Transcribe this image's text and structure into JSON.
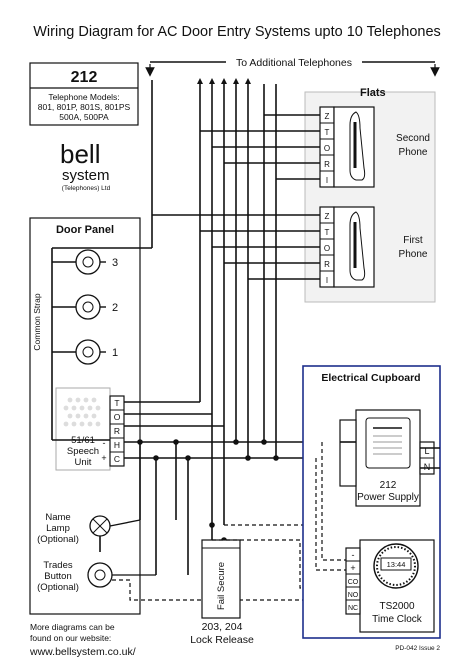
{
  "title": "Wiring Diagram for AC Door Entry Systems upto 10 Telephones",
  "additional_telephones": "To Additional Telephones",
  "model": {
    "number": "212",
    "label": "Telephone Models:",
    "list_1": "801, 801P, 801S, 801PS",
    "list_2": "500A, 500PA"
  },
  "logo": {
    "word1": "bell",
    "word2": "system",
    "sub": "(Telephones) Ltd"
  },
  "flats": {
    "title": "Flats",
    "second_phone_1": "Second",
    "second_phone_2": "Phone",
    "first_phone_1": "First",
    "first_phone_2": "Phone",
    "terminals": [
      "Z",
      "T",
      "O",
      "R",
      "I"
    ]
  },
  "door_panel": {
    "title": "Door Panel",
    "common_strap": "Common Strap",
    "buttons": [
      "3",
      "2",
      "1"
    ],
    "speech_1": "51/61",
    "speech_2": "Speech",
    "speech_3": "Unit",
    "terminals": [
      "T",
      "O",
      "R",
      "H",
      "C"
    ],
    "minus": "-",
    "plus": "+"
  },
  "name_lamp": {
    "line1": "Name",
    "line2": "Lamp",
    "line3": "(Optional)"
  },
  "trades_button": {
    "line1": "Trades",
    "line2": "Button",
    "line3": "(Optional)"
  },
  "lock": {
    "fail_secure": "Fail Secure",
    "models": "203, 204",
    "label": "Lock Release"
  },
  "cupboard": {
    "title": "Electrical Cupboard",
    "psu_number": "212",
    "psu_label": "Power Supply",
    "mains": [
      "L",
      "N"
    ],
    "clock_display": "13:44",
    "clock_model": "TS2000",
    "clock_label": "Time Clock",
    "clock_terminals": [
      "-",
      "+",
      "CO",
      "NO",
      "NC"
    ]
  },
  "footer": {
    "line1": "More diagrams can be",
    "line2": "found on our website:",
    "url": "www.bellsystem.co.uk/",
    "issue": "PD-042 Issue 2"
  },
  "colors": {
    "ink": "#111111",
    "cupboard_border": "#1d2f8c",
    "phone_bg": "#f2f2f2"
  }
}
